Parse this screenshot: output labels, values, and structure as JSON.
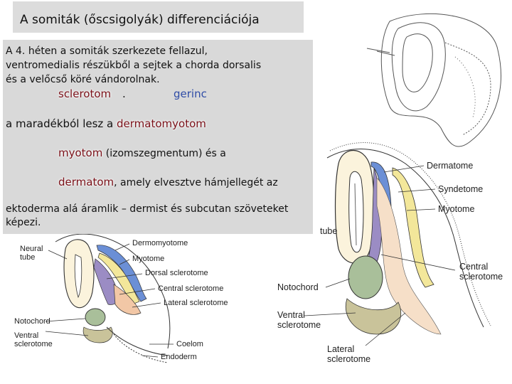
{
  "title": "A somiták (őscsigolyák) differenciációja",
  "text": {
    "line1": "A 4. héten a somiták szerkezete fellazul,",
    "line2": "ventromedialis részükből a sejtek a chorda dorsalis",
    "line3": "és a velőcső köré vándorolnak.",
    "sclerotom": "sclerotom",
    "dot": ".",
    "gerinc": "gerinc",
    "maradek_prefix": "a maradékból lesz a ",
    "dermatomyotom": "dermatomyotom",
    "myotom": "myotom",
    "myotom_suffix": " (izomszegmentum) és a",
    "dermatom": "dermatom",
    "dermatom_suffix": ", amely elvesztve hámjellegét az",
    "line_ekto": "ektoderma alá áramlik – dermist és subcutan szöveteket",
    "line_kepezi": "képezi."
  },
  "left_diagram_labels": {
    "neural_tube": "Neural\ntube",
    "dermomyotome": "Dermomyotome",
    "myotome": "Myotome",
    "dorsal_sclerotome": "Dorsal sclerotome",
    "central_sclerotome": "Central sclerotome",
    "lateral_sclerotome": "Lateral sclerotome",
    "notochord": "Notochord",
    "ventral_sclerotome": "Ventral\nsclerotome",
    "coelom": "Coelom",
    "endoderm": "Endoderm"
  },
  "right_diagram_labels": {
    "dermatome": "Dermatome",
    "syndetome": "Syndetome",
    "myotome": "Myotome",
    "tube": "tube",
    "central_sclerotome": "Central\nsclerotome",
    "notochord": "Notochord",
    "ventral_sclerotome": "Ventral\nsclerotome",
    "lateral_sclerotome": "Lateral\nsclerotome"
  },
  "colors": {
    "panel_gray": "#d9d9d9",
    "term_red": "#7a1018",
    "term_blue": "#2f4ca6",
    "dermatome_blue": "#6b8fd6",
    "myotome_yellow": "#f3e79a",
    "sclerotome_purple": "#9b8cc4",
    "notochord_green": "#a9bf9a",
    "lateral_peach": "#f2c7a6"
  }
}
